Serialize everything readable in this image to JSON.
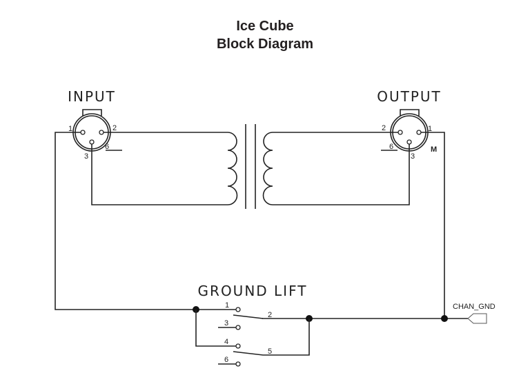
{
  "title": {
    "line1": "Ice Cube",
    "line2": "Block Diagram"
  },
  "input": {
    "label": "INPUT",
    "pins": {
      "p1": "1",
      "p2": "2",
      "p3": "3",
      "shield": "6"
    }
  },
  "output": {
    "label": "OUTPUT",
    "pins": {
      "p1": "1",
      "p2": "2",
      "p3": "3",
      "shield": "6"
    },
    "gender": "M"
  },
  "ground_lift": {
    "label": "GROUND LIFT",
    "contacts": {
      "c1": "1",
      "c2": "2",
      "c3": "3",
      "c4": "4",
      "c5": "5",
      "c6": "6"
    }
  },
  "ground": {
    "label": "CHAN_GND"
  }
}
